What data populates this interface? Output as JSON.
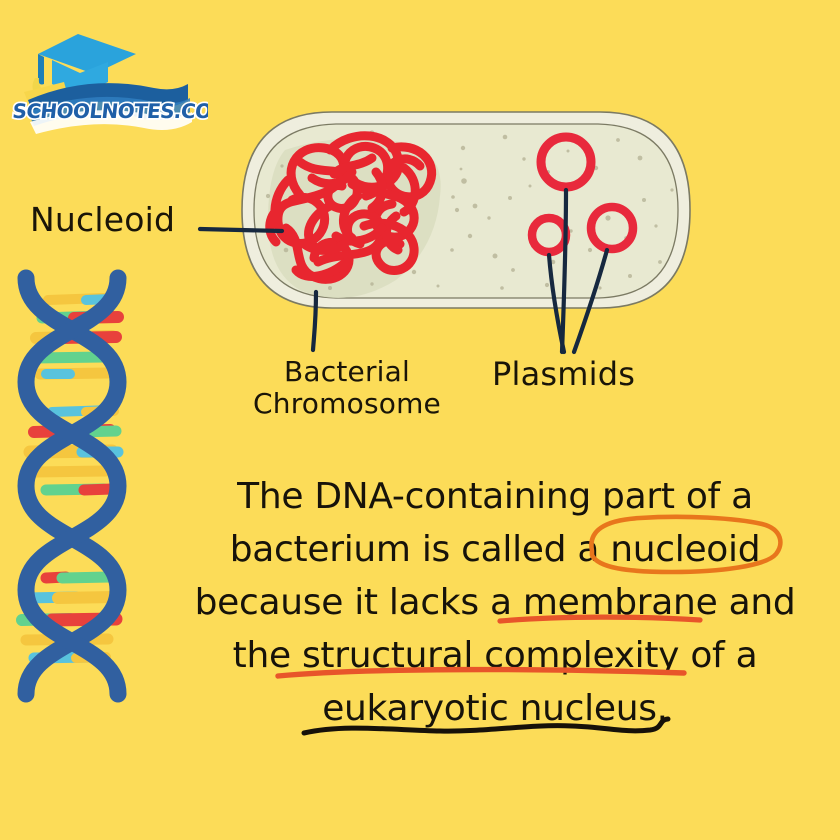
{
  "background_color": "#fcdc58",
  "logo": {
    "name": "schoolnotes-logo",
    "text": "SCHOOLNOTES.CO.ZA",
    "cap_color": "#2aa3dc",
    "ribbon_color": "#1c5f9e",
    "text_color": "#1f5fa8",
    "outline_color": "#ffffff"
  },
  "diagram": {
    "name": "bacterial-cell-diagram",
    "cell": {
      "wall_fill": "#eeecd9",
      "interior_fill": "#e8e9d1",
      "outline_color": "#7b7a63",
      "nucleoid_region_fill": "#d9ddc0"
    },
    "nucleoid_dna_color": "#e8262f",
    "plasmid_color": "#e8293c",
    "leader_line_color": "#16283f",
    "labels": {
      "nucleoid": "Nucleoid",
      "bacterial_chromosome": "Bacterial Chromosome",
      "plasmids": "Plasmids"
    },
    "plasmid_count": 3
  },
  "dna_helix": {
    "name": "dna-double-helix",
    "backbone_color": "#3160a0",
    "rung_colors": [
      "#e8413c",
      "#f5c63f",
      "#62d28e",
      "#59c3dd"
    ],
    "turns": 3
  },
  "paragraph": {
    "name": "explanation-paragraph",
    "lines": [
      "The DNA-containing part of a",
      "bacterium is called a nucleoid",
      "because it lacks a membrane and",
      "the structural complexity of a",
      "eukaryotic nucleus."
    ],
    "full_text": "The DNA-containing part of a bacterium is called a nucleoid because it lacks a membrane and the structural complexity of a eukaryotic nucleus.",
    "text_color": "#17130a",
    "annotations": [
      {
        "name": "circle-nucleoid",
        "type": "ellipse",
        "target": "nucleoid",
        "color": "#e8761c"
      },
      {
        "name": "underline-membrane",
        "type": "underline",
        "target": "membrane",
        "color": "#e8552a"
      },
      {
        "name": "underline-structural-complexity",
        "type": "underline",
        "target": "the structural complexity",
        "color": "#e8552a"
      },
      {
        "name": "underline-eukaryotic-nucleus",
        "type": "wavy-underline",
        "target": "eukaryotic nucleus.",
        "color": "#161109"
      }
    ]
  }
}
